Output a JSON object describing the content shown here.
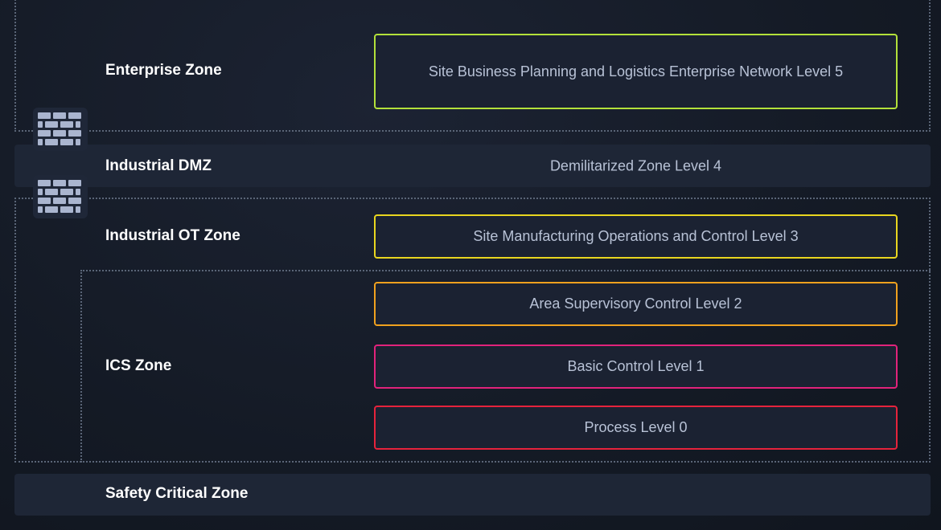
{
  "zones": {
    "enterprise": "Enterprise Zone",
    "dmz": "Industrial DMZ",
    "ot": "Industrial OT Zone",
    "ics": "ICS Zone",
    "safety": "Safety Critical Zone"
  },
  "levels": {
    "l5": "Site Business Planning and Logistics Enterprise Network Level 5",
    "l4": "Demilitarized Zone Level 4",
    "l3": "Site Manufacturing Operations and Control Level 3",
    "l2": "Area Supervisory Control Level 2",
    "l1": "Basic Control Level 1",
    "l0": "Process Level 0"
  },
  "colors": {
    "l5": "#b3e13a",
    "l3": "#e9d61f",
    "l2": "#f0a11e",
    "l1": "#e1237b",
    "l0": "#e6233c"
  },
  "icons": [
    "firewall-icon",
    "firewall-icon"
  ]
}
